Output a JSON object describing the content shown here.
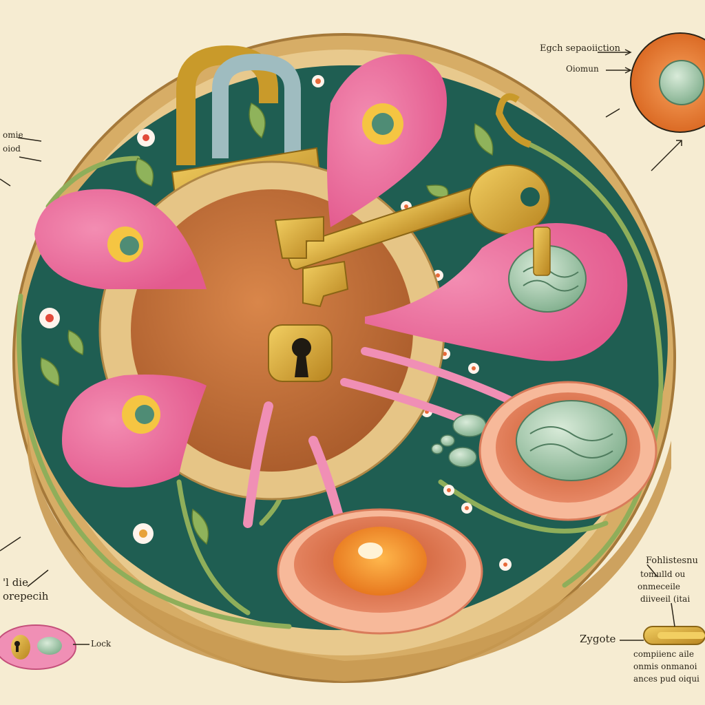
{
  "labels": {
    "top_right_1": "Egch sepaoiiction",
    "top_right_2": "Oiomun",
    "left_top_1": "omie",
    "left_top_2": "oiod",
    "left_bottom_1": "'l die",
    "left_bottom_2": "orepecih",
    "lock": "Lock",
    "zygote": "Zygote",
    "right_mid_1": "Fohlistesnu",
    "right_mid_2": "tomulld ou",
    "right_mid_3": "onmeceile",
    "right_mid_4": "diiveeil (itai",
    "right_bottom_1": "compiienc  aile",
    "right_bottom_2": "onmis onmanoi",
    "right_bottom_3": "ances pud oiqui"
  },
  "palette": {
    "background": "#f6ecd2",
    "bowl_rim": "#c99a52",
    "bowl_inner": "#1f5e52",
    "petal": "#ec6f9a",
    "gold": "#d7a52c",
    "egg": "#f39a2a",
    "seed": "#8fb79b"
  }
}
